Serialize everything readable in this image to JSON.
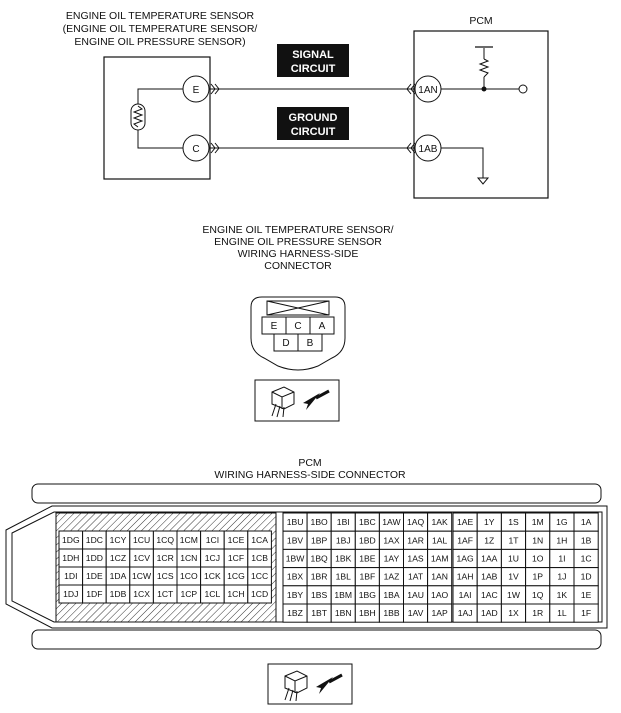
{
  "sensor": {
    "title_lines": [
      "ENGINE OIL TEMPERATURE SENSOR",
      "(ENGINE OIL TEMPERATURE SENSOR/",
      "ENGINE OIL PRESSURE SENSOR)"
    ],
    "pin_e": "E",
    "pin_c": "C"
  },
  "pcm": {
    "title": "PCM",
    "pin_signal": "1AN",
    "pin_ground": "1AB"
  },
  "circuits": {
    "signal_lines": [
      "SIGNAL",
      "CIRCUIT"
    ],
    "ground_lines": [
      "GROUND",
      "CIRCUIT"
    ]
  },
  "sensor_connector": {
    "title_lines": [
      "ENGINE OIL TEMPERATURE SENSOR/",
      "ENGINE OIL PRESSURE SENSOR",
      "WIRING HARNESS-SIDE",
      "CONNECTOR"
    ],
    "top_row": [
      "E",
      "C",
      "A"
    ],
    "bottom_row": [
      "D",
      "B"
    ]
  },
  "pcm_connector": {
    "title_lines": [
      "PCM",
      "WIRING HARNESS-SIDE CONNECTOR"
    ],
    "left_block": [
      [
        "1DG",
        "1DC",
        "1CY",
        "1CU",
        "1CQ",
        "1CM",
        "1CI",
        "1CE",
        "1CA"
      ],
      [
        "1DH",
        "1DD",
        "1CZ",
        "1CV",
        "1CR",
        "1CN",
        "1CJ",
        "1CF",
        "1CB"
      ],
      [
        "1DI",
        "1DE",
        "1DA",
        "1CW",
        "1CS",
        "1CO",
        "1CK",
        "1CG",
        "1CC"
      ],
      [
        "1DJ",
        "1DF",
        "1DB",
        "1CX",
        "1CT",
        "1CP",
        "1CL",
        "1CH",
        "1CD"
      ]
    ],
    "middle_block": [
      [
        "1BU",
        "1BO",
        "1BI",
        "1BC",
        "1AW",
        "1AQ",
        "1AK"
      ],
      [
        "1BV",
        "1BP",
        "1BJ",
        "1BD",
        "1AX",
        "1AR",
        "1AL"
      ],
      [
        "1BW",
        "1BQ",
        "1BK",
        "1BE",
        "1AY",
        "1AS",
        "1AM"
      ],
      [
        "1BX",
        "1BR",
        "1BL",
        "1BF",
        "1AZ",
        "1AT",
        "1AN"
      ],
      [
        "1BY",
        "1BS",
        "1BM",
        "1BG",
        "1BA",
        "1AU",
        "1AO"
      ],
      [
        "1BZ",
        "1BT",
        "1BN",
        "1BH",
        "1BB",
        "1AV",
        "1AP"
      ]
    ],
    "right_block": [
      [
        "1AE",
        "1Y",
        "1S",
        "1M",
        "1G",
        "1A"
      ],
      [
        "1AF",
        "1Z",
        "1T",
        "1N",
        "1H",
        "1B"
      ],
      [
        "1AG",
        "1AA",
        "1U",
        "1O",
        "1I",
        "1C"
      ],
      [
        "1AH",
        "1AB",
        "1V",
        "1P",
        "1J",
        "1D"
      ],
      [
        "1AI",
        "1AC",
        "1W",
        "1Q",
        "1K",
        "1E"
      ],
      [
        "1AJ",
        "1AD",
        "1X",
        "1R",
        "1L",
        "1F"
      ]
    ]
  }
}
